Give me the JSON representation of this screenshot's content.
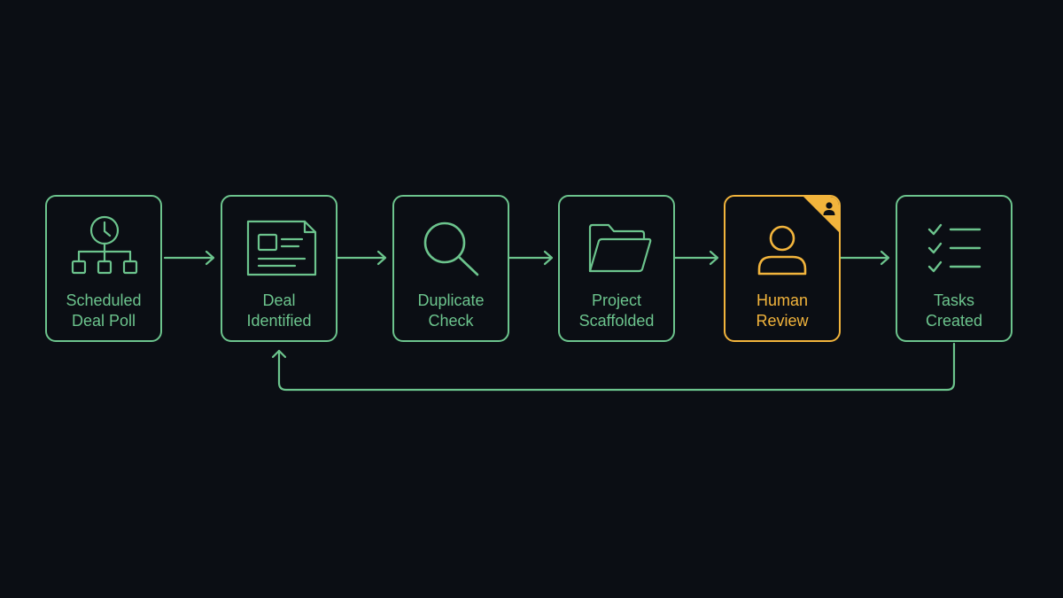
{
  "colors": {
    "background": "#0b0e14",
    "primary": "#6cc48d",
    "highlight": "#f2b43c"
  },
  "nodes": [
    {
      "line1": "Scheduled",
      "line2": "Deal Poll",
      "icon": "org-chart-clock-icon"
    },
    {
      "line1": "Deal",
      "line2": "Identified",
      "icon": "id-card-icon"
    },
    {
      "line1": "Duplicate",
      "line2": "Check",
      "icon": "magnifier-icon"
    },
    {
      "line1": "Project",
      "line2": "Scaffolded",
      "icon": "folder-icon"
    },
    {
      "line1": "Human",
      "line2": "Review",
      "icon": "person-icon",
      "badge": "person-badge-icon"
    },
    {
      "line1": "Tasks",
      "line2": "Created",
      "icon": "checklist-icon"
    }
  ],
  "edges": [
    {
      "from": "Scheduled Deal Poll",
      "to": "Deal Identified"
    },
    {
      "from": "Deal Identified",
      "to": "Duplicate Check"
    },
    {
      "from": "Duplicate Check",
      "to": "Project Scaffolded"
    },
    {
      "from": "Project Scaffolded",
      "to": "Human Review"
    },
    {
      "from": "Human Review",
      "to": "Tasks Created"
    },
    {
      "from": "Tasks Created",
      "to": "Deal Identified",
      "kind": "loop-back"
    }
  ]
}
